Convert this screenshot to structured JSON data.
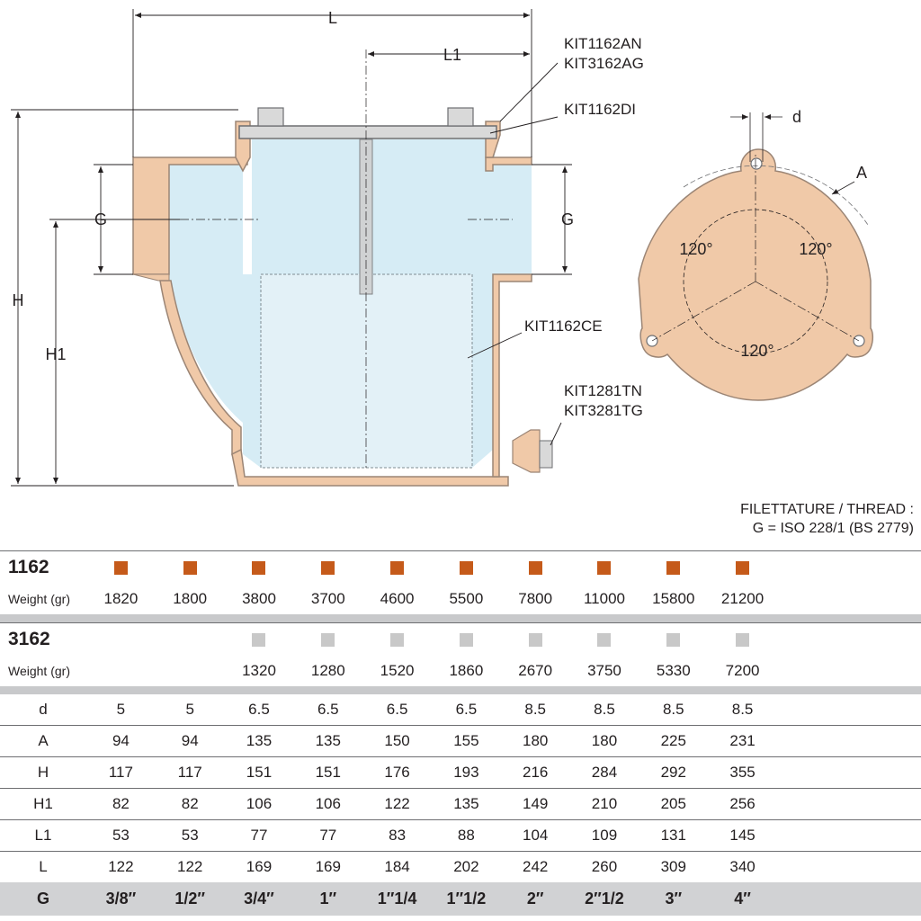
{
  "colors": {
    "bronze": "#f0c9a8",
    "bronze_edge": "#9b8575",
    "glass": "#d6ecf5",
    "square_1162": "#c55a1a",
    "square_3162": "#c8c8c8",
    "gbar": "#d1d2d4"
  },
  "drawing": {
    "dim_L": "L",
    "dim_L1": "L1",
    "dim_H": "H",
    "dim_H1": "H1",
    "dim_G_left": "G",
    "dim_G_right": "G",
    "kit_an": "KIT1162AN",
    "kit_ag": "KIT3162AG",
    "kit_di": "KIT1162DI",
    "kit_ce": "KIT1162CE",
    "kit_tn": "KIT1281TN",
    "kit_tg": "KIT3281TG",
    "flange_d": "d",
    "flange_a": "A",
    "angle_1": "120°",
    "angle_2": "120°",
    "angle_3": "120°"
  },
  "thread": {
    "line1": "FILETTATURE / THREAD :",
    "line2": "G = ISO 228/1 (BS 2779)"
  },
  "table": {
    "m1162": {
      "label": "1162",
      "marks": [
        true,
        true,
        true,
        true,
        true,
        true,
        true,
        true,
        true,
        true
      ]
    },
    "w1162": {
      "label": "Weight (gr)",
      "values": [
        "1820",
        "1800",
        "3800",
        "3700",
        "4600",
        "5500",
        "7800",
        "11000",
        "15800",
        "21200"
      ]
    },
    "m3162": {
      "label": "3162",
      "marks": [
        false,
        false,
        true,
        true,
        true,
        true,
        true,
        true,
        true,
        true
      ]
    },
    "w3162": {
      "label": "Weight (gr)",
      "values": [
        "",
        "",
        "1320",
        "1280",
        "1520",
        "1860",
        "2670",
        "3750",
        "5330",
        "7200"
      ]
    },
    "dims": [
      {
        "label": "d",
        "values": [
          "5",
          "5",
          "6.5",
          "6.5",
          "6.5",
          "6.5",
          "8.5",
          "8.5",
          "8.5",
          "8.5"
        ]
      },
      {
        "label": "A",
        "values": [
          "94",
          "94",
          "135",
          "135",
          "150",
          "155",
          "180",
          "180",
          "225",
          "231"
        ]
      },
      {
        "label": "H",
        "values": [
          "117",
          "117",
          "151",
          "151",
          "176",
          "193",
          "216",
          "284",
          "292",
          "355"
        ]
      },
      {
        "label": "H1",
        "values": [
          "82",
          "82",
          "106",
          "106",
          "122",
          "135",
          "149",
          "210",
          "205",
          "256"
        ]
      },
      {
        "label": "L1",
        "values": [
          "53",
          "53",
          "77",
          "77",
          "83",
          "88",
          "104",
          "109",
          "131",
          "145"
        ]
      },
      {
        "label": "L",
        "values": [
          "122",
          "122",
          "169",
          "169",
          "184",
          "202",
          "242",
          "260",
          "309",
          "340"
        ]
      }
    ],
    "g": {
      "label": "G",
      "values": [
        "3/8″",
        "1/2″",
        "3/4″",
        "1″",
        "1″1/4",
        "1″1/2",
        "2″",
        "2″1/2",
        "3″",
        "4″"
      ]
    }
  }
}
